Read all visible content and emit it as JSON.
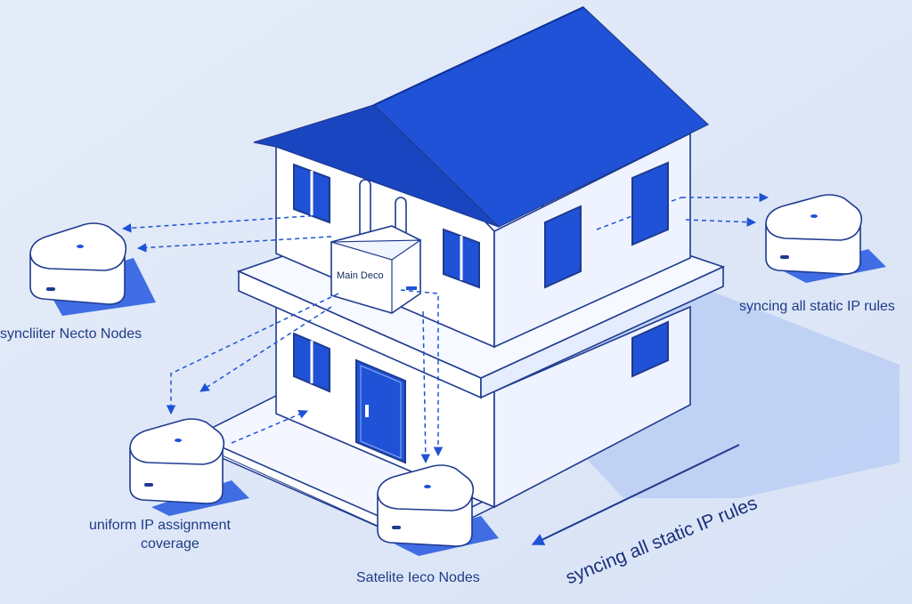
{
  "main_router": {
    "label": "Main Deco"
  },
  "labels": {
    "left_nodes": "syncliiter Necto Nodes",
    "right_rules": "syncing all static IP rules",
    "uniform_line1": "uniform IP assignment",
    "uniform_line2": "coverage",
    "satellite": "Satelite Ieco Nodes",
    "syncing_arrow": "syncing all static IP rules"
  },
  "colors": {
    "background": "#dfe8f7",
    "roof": "#1f4fd1",
    "wall": "#ffffff",
    "outline": "#1f3a8f",
    "accent_blue": "#1f52d6",
    "shadow": "#2f5fe0"
  }
}
